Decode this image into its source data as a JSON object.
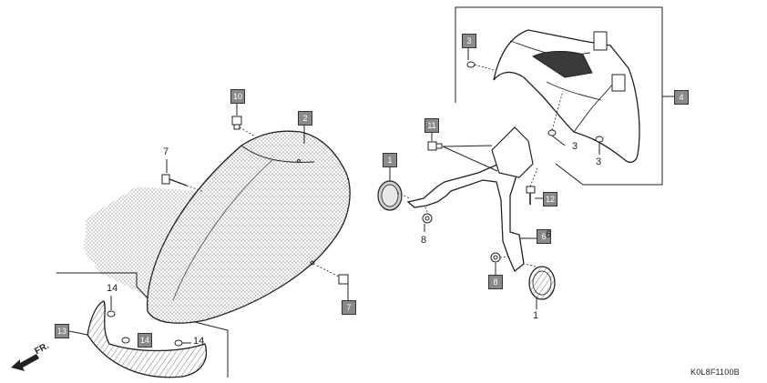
{
  "diagram": {
    "code": "K0L8F1100B",
    "direction_label": "FR.",
    "tags": {
      "t1": "1",
      "t2": "2",
      "t3": "3",
      "t4": "4",
      "t6": "6",
      "t7": "7",
      "t8": "8",
      "t10": "10",
      "t11": "11",
      "t12": "12",
      "t13": "13",
      "t14": "14"
    },
    "numbers": {
      "n1": "1",
      "n3a": "3",
      "n3b": "3",
      "n6": "6",
      "n7": "7",
      "n8": "8",
      "n14a": "14",
      "n14b": "14"
    }
  },
  "colors": {
    "line": "#222222",
    "tag": "#8a8a8a",
    "shade": "#bdbdbd"
  }
}
